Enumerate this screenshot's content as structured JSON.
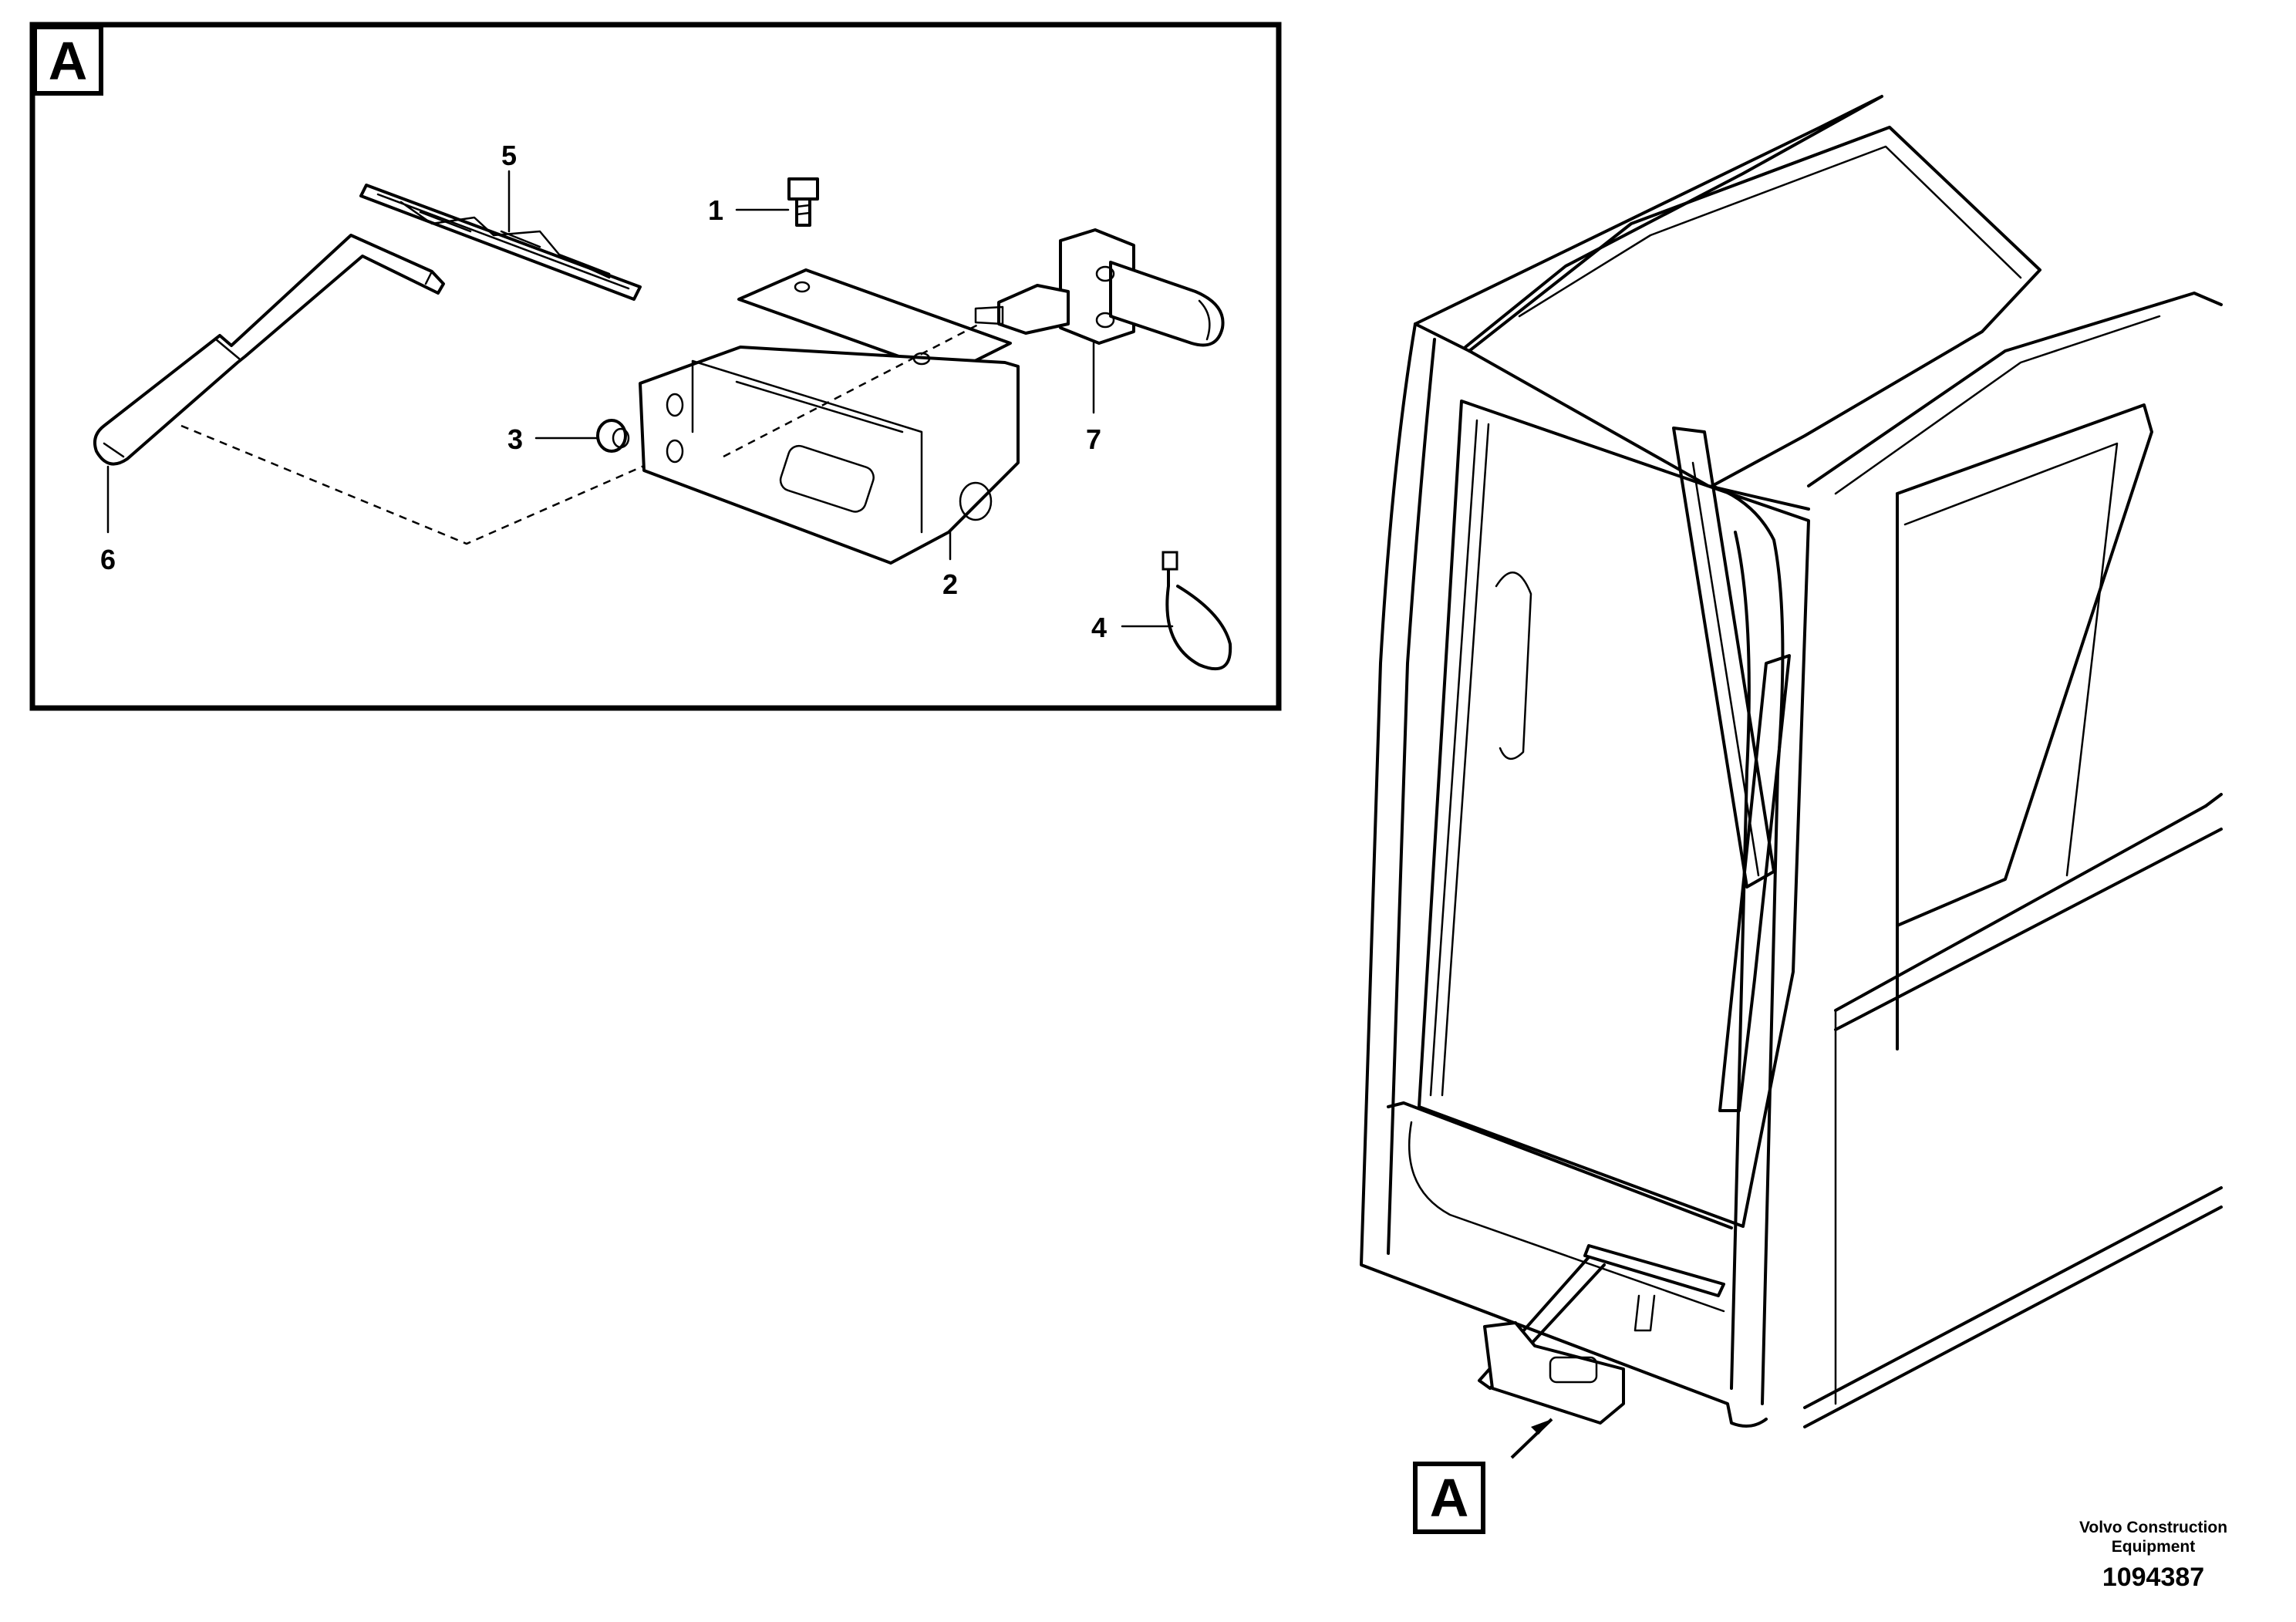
{
  "detail_label": "A",
  "callouts": [
    {
      "id": "1",
      "text": "1"
    },
    {
      "id": "2",
      "text": "2"
    },
    {
      "id": "3",
      "text": "3"
    },
    {
      "id": "4",
      "text": "4"
    },
    {
      "id": "5",
      "text": "5"
    },
    {
      "id": "6",
      "text": "6"
    },
    {
      "id": "7",
      "text": "7"
    }
  ],
  "manufacturer": "Volvo Construction Equipment",
  "drawing_number": "1094387"
}
